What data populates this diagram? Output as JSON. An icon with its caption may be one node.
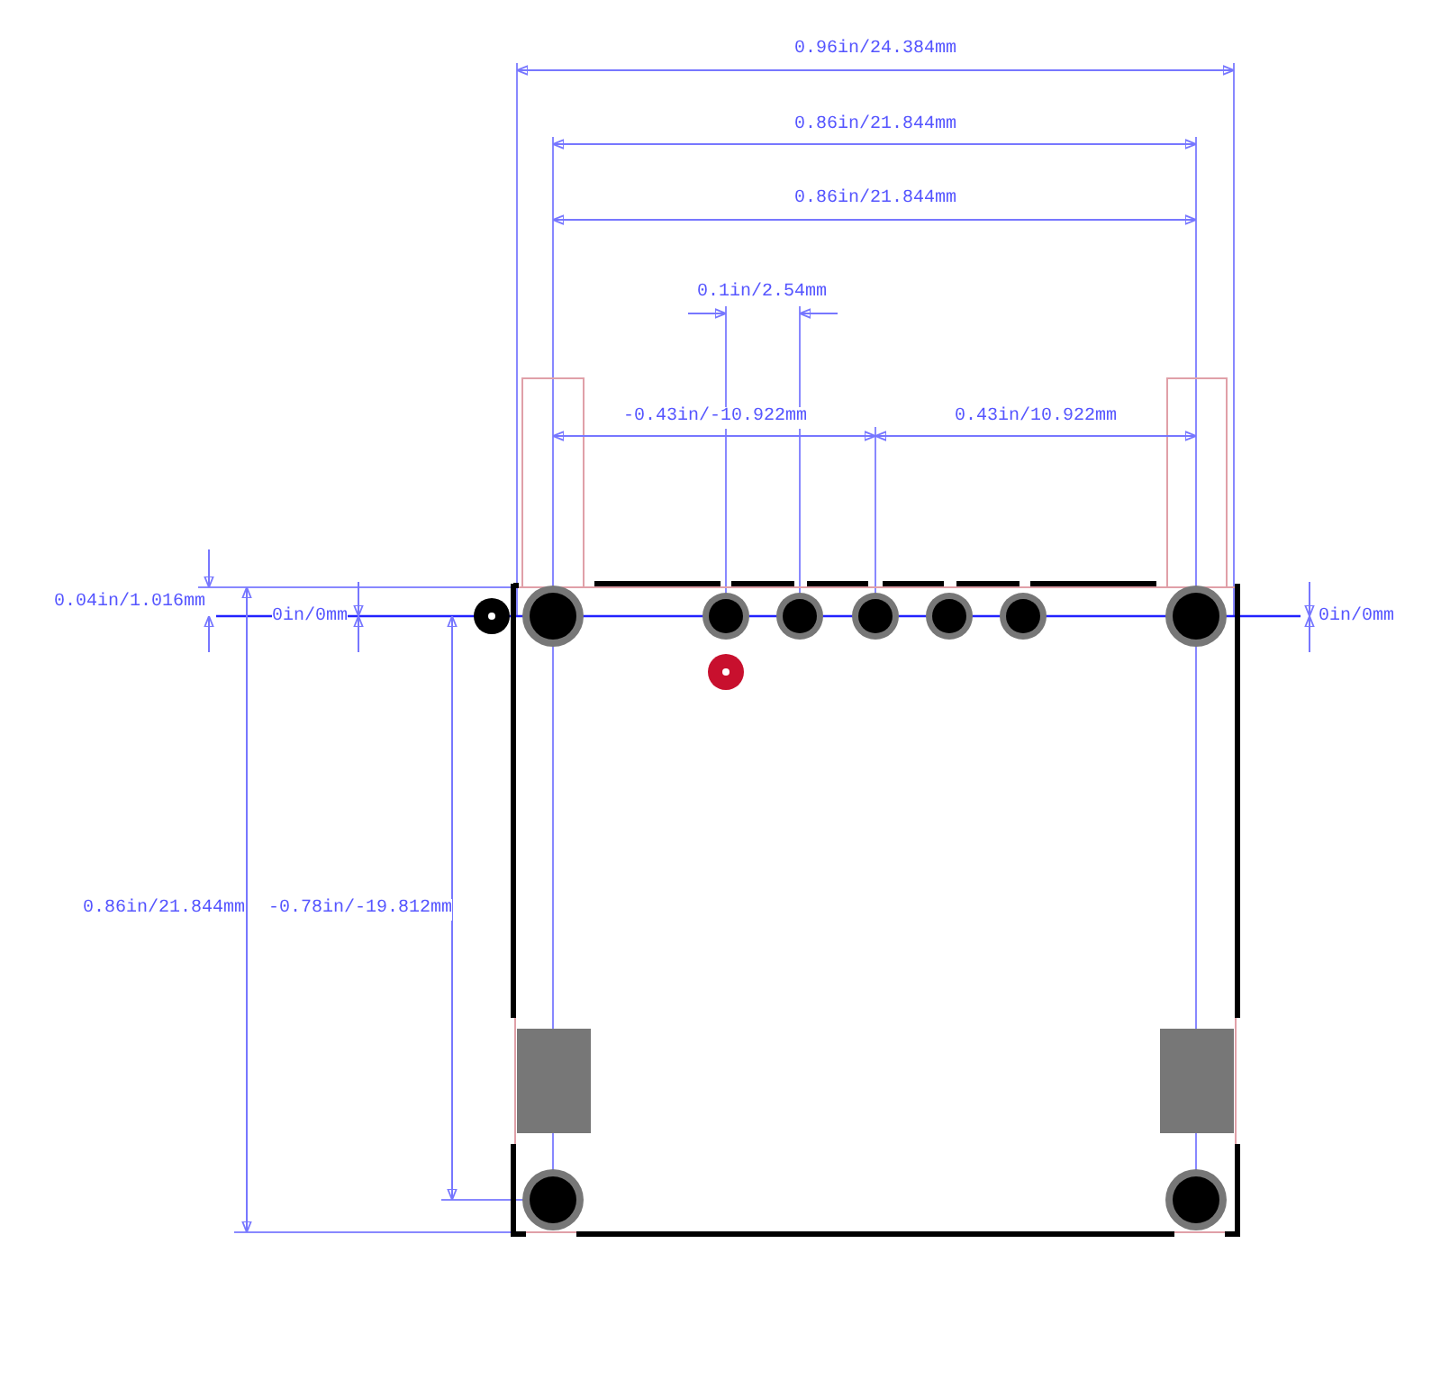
{
  "diagram": {
    "labels": [
      "0.96in/24.384mm",
      "0.86in/21.844mm",
      "0.86in/21.844mm",
      "0.1in/2.54mm",
      "-0.43in/-10.922mm",
      "0.43in/10.922mm",
      "0.04in/1.016mm",
      "0in/0mm",
      "0in/0mm",
      "0.86in/21.844mm",
      "-0.78in/-19.812mm"
    ]
  }
}
